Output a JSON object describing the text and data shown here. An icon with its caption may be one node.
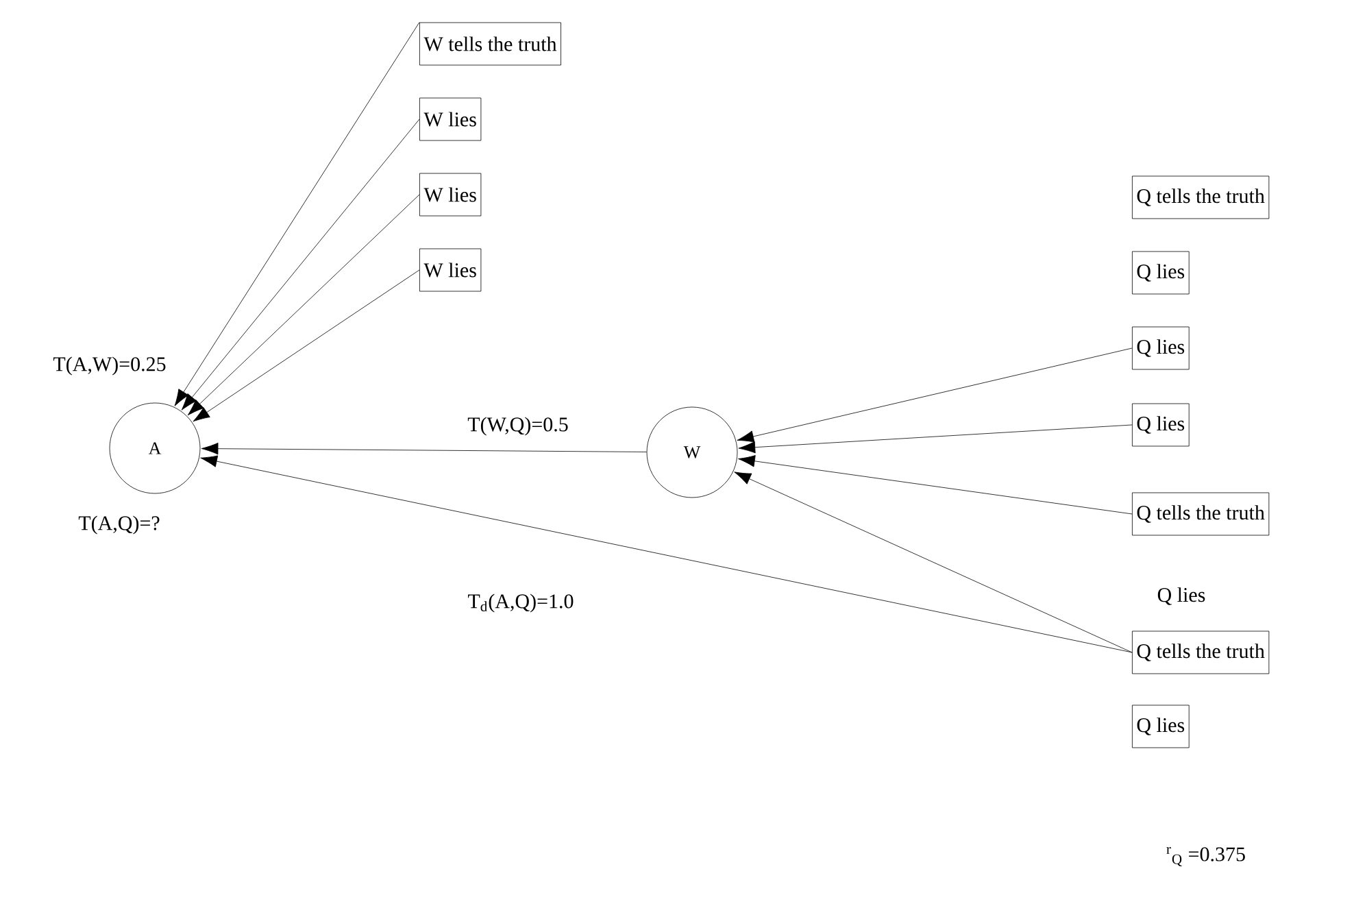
{
  "diagram": {
    "nodes": [
      {
        "text": [
          "W tells the truth"
        ]
      },
      {
        "text": [
          "W lies"
        ]
      },
      {
        "text": [
          "W lies"
        ]
      },
      {
        "text": [
          "W lies"
        ]
      },
      {
        "text": [
          "A"
        ]
      },
      {
        "text": [
          "W"
        ]
      },
      {
        "text": [
          "Q tells the truth"
        ]
      },
      {
        "text": [
          "Q lies"
        ]
      },
      {
        "text": [
          "Q lies"
        ]
      },
      {
        "text": [
          "Q lies"
        ]
      },
      {
        "text": [
          "Q tells the truth"
        ]
      },
      {
        "text": [
          "Q tells the truth"
        ]
      },
      {
        "text": [
          "Q lies"
        ]
      }
    ],
    "edges": [
      {
        "from": 0,
        "to": 4,
        "arrow": "to"
      },
      {
        "from": 1,
        "to": 4,
        "arrow": "to"
      },
      {
        "from": 2,
        "to": 4,
        "arrow": "to"
      },
      {
        "from": 3,
        "to": 4,
        "arrow": "to"
      },
      {
        "from": 5,
        "to": 4,
        "arrow": "to",
        "label": "T(W,Q)=0.5"
      },
      {
        "from": 8,
        "to": 5,
        "arrow": "to"
      },
      {
        "from": 9,
        "to": 5,
        "arrow": "to"
      },
      {
        "from": 10,
        "to": 5,
        "arrow": "to"
      },
      {
        "from": 11,
        "to": 5,
        "arrow": "to"
      },
      {
        "from": 11,
        "to": 4,
        "arrow": "to",
        "label": "T$_{d}$(A,Q)=1.0"
      }
    ],
    "labels": [
      "T(A,W)=0.25",
      "T(A,Q)=?",
      "Q lies",
      "$^{r}$$_{Q}$ =0.375"
    ]
  }
}
